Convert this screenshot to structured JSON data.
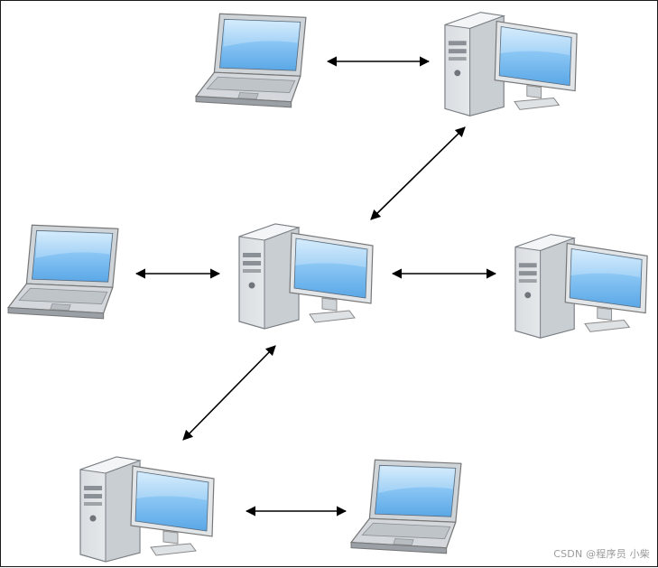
{
  "diagram": {
    "nodes": [
      {
        "id": "laptop-top",
        "type": "laptop",
        "icon": "laptop-icon"
      },
      {
        "id": "desktop-top-right",
        "type": "desktop",
        "icon": "desktop-computer-icon"
      },
      {
        "id": "laptop-left",
        "type": "laptop",
        "icon": "laptop-icon"
      },
      {
        "id": "desktop-center",
        "type": "desktop",
        "icon": "desktop-computer-icon"
      },
      {
        "id": "desktop-right",
        "type": "desktop",
        "icon": "desktop-computer-icon"
      },
      {
        "id": "desktop-bottom-left",
        "type": "desktop",
        "icon": "desktop-computer-icon"
      },
      {
        "id": "laptop-bottom-right",
        "type": "laptop",
        "icon": "laptop-icon"
      }
    ],
    "connections": [
      {
        "from": "laptop-top",
        "to": "desktop-top-right",
        "bidirectional": true
      },
      {
        "from": "desktop-center",
        "to": "desktop-top-right",
        "bidirectional": true
      },
      {
        "from": "laptop-left",
        "to": "desktop-center",
        "bidirectional": true
      },
      {
        "from": "desktop-center",
        "to": "desktop-right",
        "bidirectional": true
      },
      {
        "from": "desktop-center",
        "to": "desktop-bottom-left",
        "bidirectional": true
      },
      {
        "from": "desktop-bottom-left",
        "to": "laptop-bottom-right",
        "bidirectional": true
      }
    ]
  },
  "watermark": "CSDN @程序员 小柴",
  "colors": {
    "screen": "#7fbef2",
    "screen_highlight": "#d6ecfc",
    "case": "#e9ecef",
    "case_shade": "#c7ccd1",
    "outline": "#6f757b",
    "arrow": "#000000"
  }
}
